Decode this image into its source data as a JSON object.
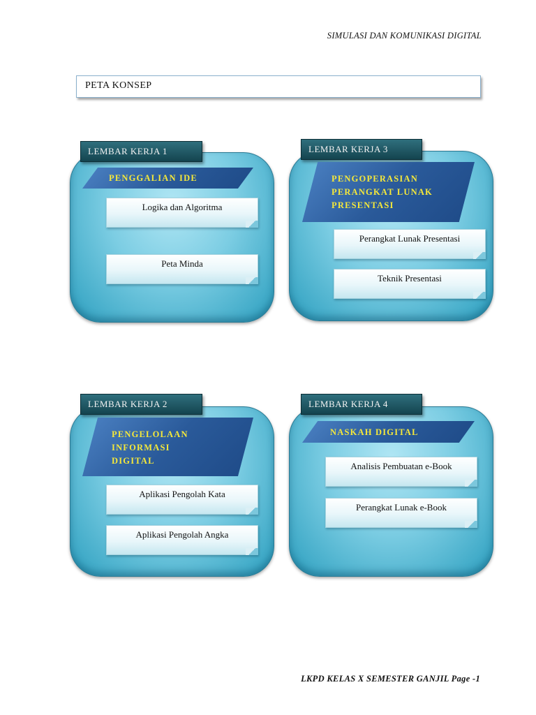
{
  "header": {
    "title": "SIMULASI DAN KOMUNIKASI DIGITAL"
  },
  "concept_map_title": "PETA KONSEP",
  "worksheets": [
    {
      "tab": "LEMBAR KERJA 1",
      "banner": [
        "PENGGALIAN IDE"
      ],
      "items": [
        "Logika dan Algoritma",
        "Peta Minda"
      ]
    },
    {
      "tab": "LEMBAR KERJA 3",
      "banner": [
        "PENGOPERASIAN",
        "PERANGKAT LUNAK",
        "PRESENTASI"
      ],
      "items": [
        "Perangkat Lunak Presentasi",
        "Teknik Presentasi"
      ]
    },
    {
      "tab": "LEMBAR KERJA 2",
      "banner": [
        "PENGELOLAAN",
        "INFORMASI",
        "DIGITAL"
      ],
      "items": [
        "Aplikasi Pengolah Kata",
        "Aplikasi Pengolah Angka"
      ]
    },
    {
      "tab": "LEMBAR KERJA 4",
      "banner": [
        "NASKAH DIGITAL"
      ],
      "items": [
        "Analisis Pembuatan e-Book",
        "Perangkat Lunak e-Book"
      ]
    }
  ],
  "footer": {
    "text": "LKPD KELAS X SEMESTER GANJIL Page -1"
  }
}
